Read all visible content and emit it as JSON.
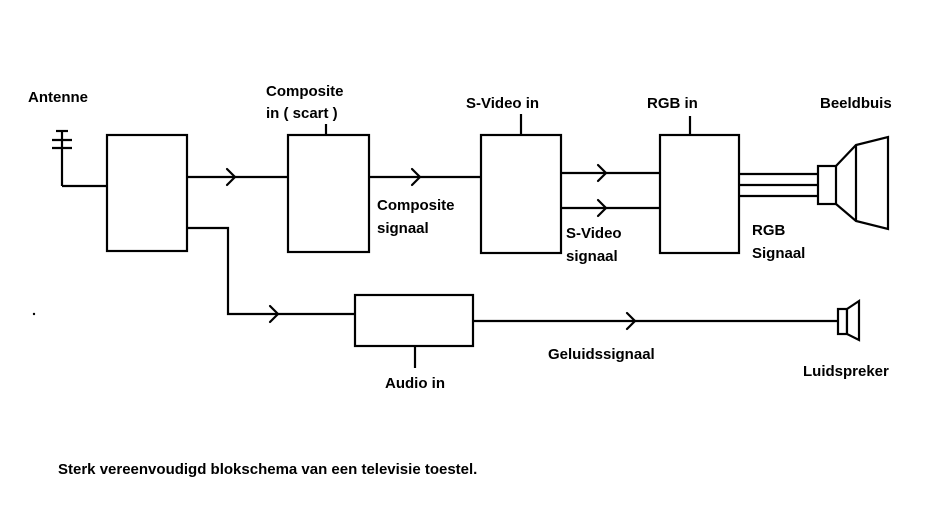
{
  "labels": {
    "antenne": "Antenne",
    "composite_in_1": "Composite",
    "composite_in_2": "in   ( scart )",
    "svideo_in": "S-Video in",
    "rgb_in": "RGB in",
    "beeldbuis": "Beeldbuis",
    "composite_signaal_1": "Composite",
    "composite_signaal_2": "signaal",
    "svideo_signaal_1": "S-Video",
    "svideo_signaal_2": "signaal",
    "rgb_signaal_1": "RGB",
    "rgb_signaal_2": "Signaal",
    "audio_in": "Audio in",
    "geluidssignaal": "Geluidssignaal",
    "luidspreker": "Luidspreker"
  },
  "caption": "Sterk vereenvoudigd blokschema van een televisie toestel."
}
